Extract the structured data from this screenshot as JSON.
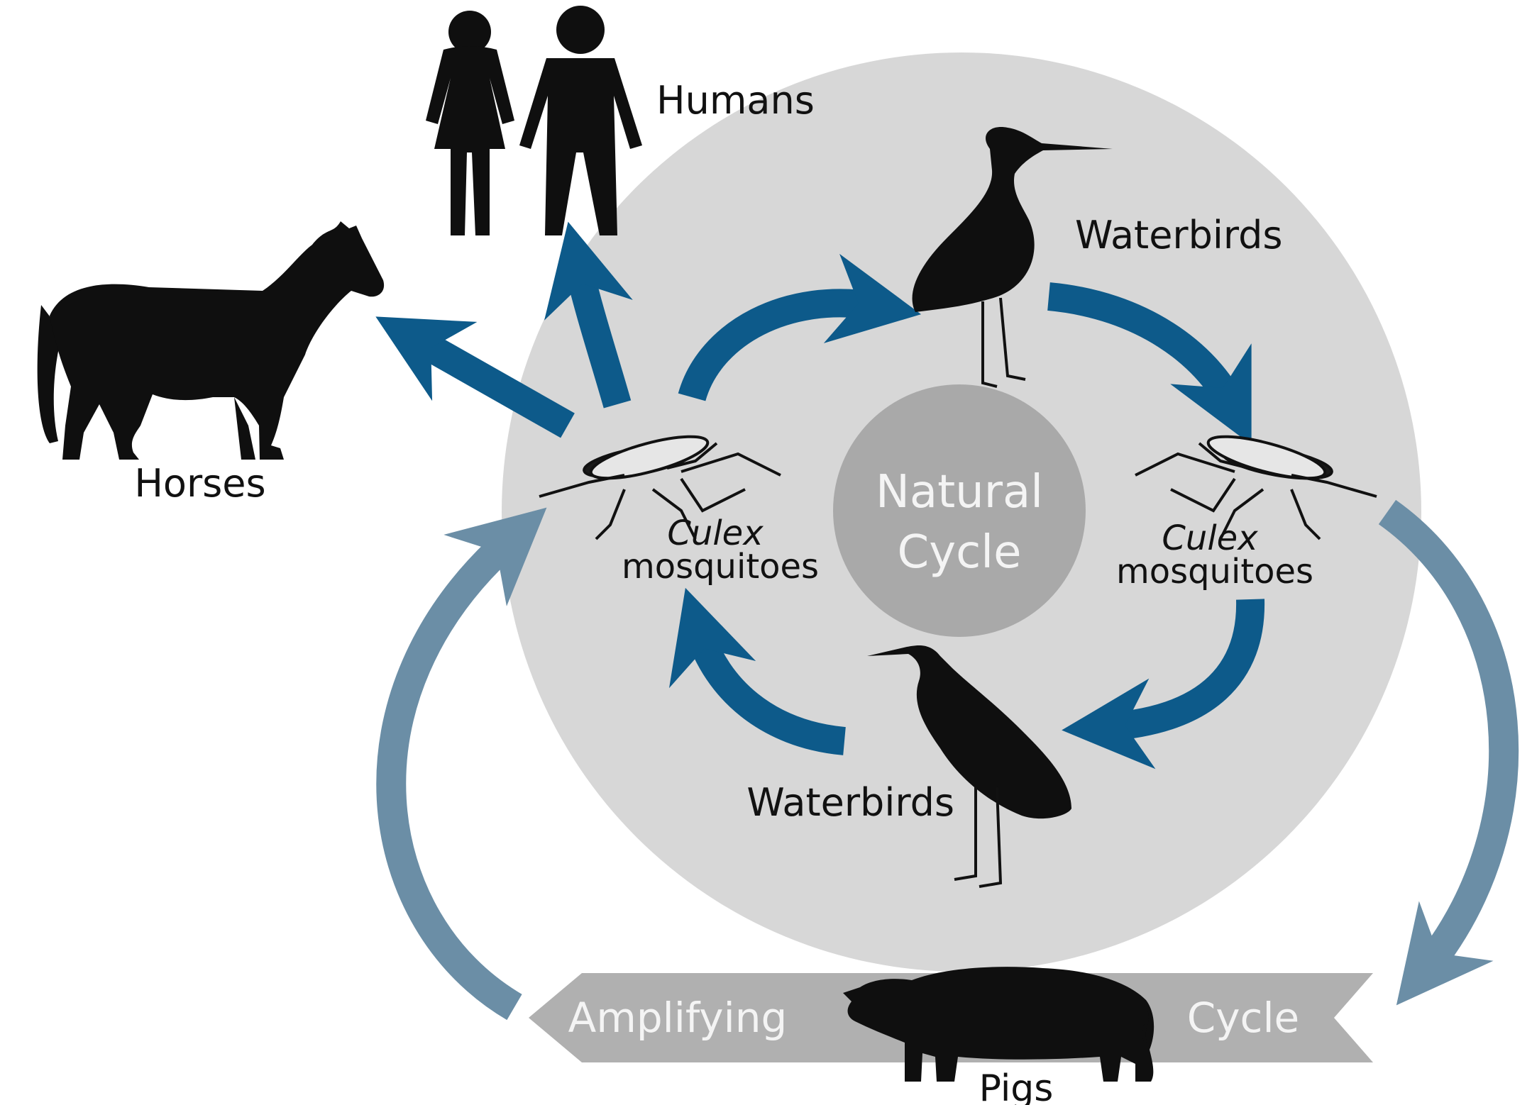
{
  "diagram": {
    "center_label": {
      "line1": "Natural",
      "line2": "Cycle"
    },
    "nodes": {
      "humans": "Humans",
      "horses": "Horses",
      "waterbirds_top": "Waterbirds",
      "waterbirds_bottom": "Waterbirds",
      "mosquito_left": {
        "genus": "Culex",
        "name": "mosquitoes"
      },
      "mosquito_right": {
        "genus": "Culex",
        "name": "mosquitoes"
      },
      "pigs": "Pigs"
    },
    "banner": {
      "left": "Amplifying",
      "right": "Cycle"
    },
    "colors": {
      "natural_arrow": "#0d5a8a",
      "amplifying_arrow": "#6b8ea6",
      "circle": "#d7d7d7",
      "center_disc": "#a9a9a9",
      "banner": "#b0b0b0",
      "silhouette": "#0f0f0f"
    }
  }
}
